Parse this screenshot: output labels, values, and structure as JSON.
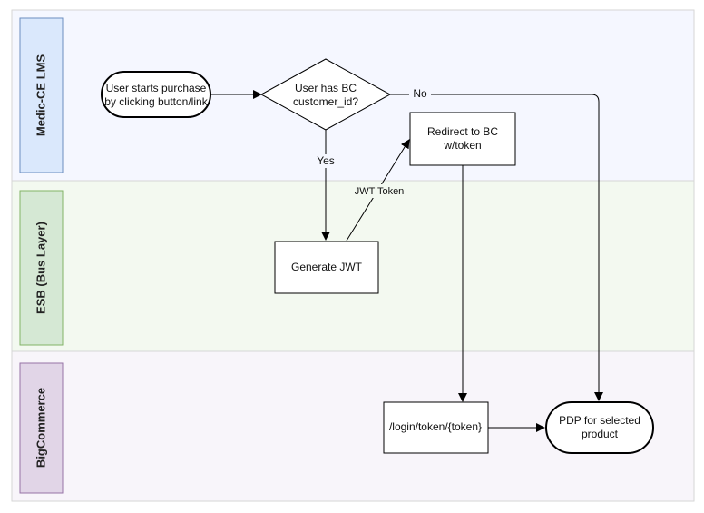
{
  "lanes": [
    {
      "id": "lms",
      "label": "Medic-CE LMS",
      "band_fill": "#f5f7ff",
      "header_fill": "#dae8fc",
      "header_stroke": "#6c8ebf"
    },
    {
      "id": "esb",
      "label": "ESB (Bus Layer)",
      "band_fill": "#f3f9f0",
      "header_fill": "#d5e8d4",
      "header_stroke": "#82b366"
    },
    {
      "id": "bc",
      "label": "BigCommerce",
      "band_fill": "#f8f5fa",
      "header_fill": "#e1d5e7",
      "header_stroke": "#9673a6"
    }
  ],
  "nodes": {
    "start": {
      "lines": [
        "User starts purchase",
        "by clicking button/link"
      ]
    },
    "decision": {
      "lines": [
        "User has BC",
        "customer_id?"
      ]
    },
    "redirect": {
      "lines": [
        "Redirect to BC",
        "w/token"
      ]
    },
    "jwt": {
      "lines": [
        "Generate JWT"
      ]
    },
    "login": {
      "lines": [
        "/login/token/{token}"
      ]
    },
    "pdp": {
      "lines": [
        "PDP for selected",
        "product"
      ]
    }
  },
  "edges": {
    "no_label": "No",
    "yes_label": "Yes",
    "jwt_label": "JWT Token"
  }
}
